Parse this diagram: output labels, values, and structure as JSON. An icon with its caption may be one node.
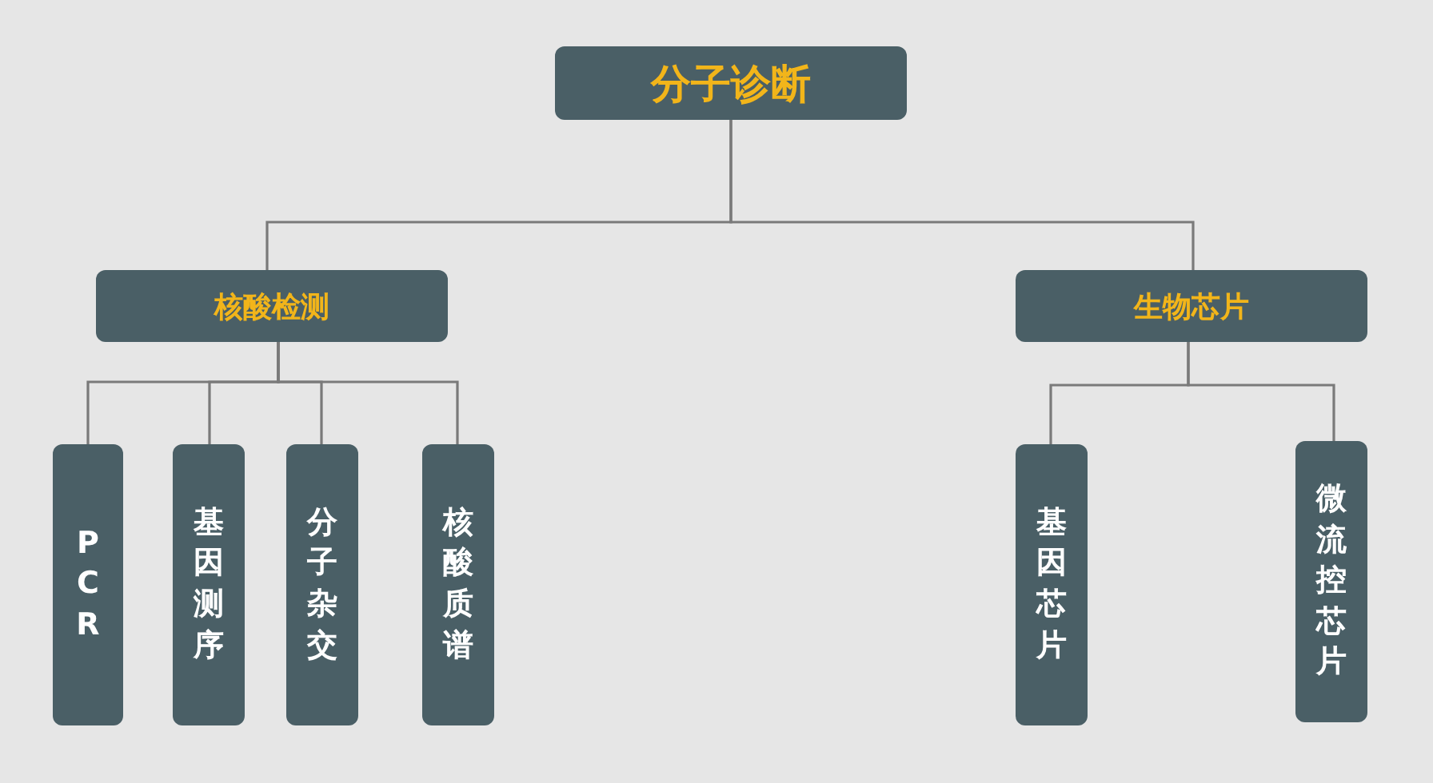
{
  "diagram": {
    "nodes": [
      {
        "text": [
          "分子诊断"
        ]
      },
      {
        "text": [
          "核酸检测"
        ]
      },
      {
        "text": [
          "生物芯片"
        ]
      },
      {
        "text": [
          "PCR"
        ]
      },
      {
        "text": [
          "基因测序"
        ]
      },
      {
        "text": [
          "分子杂交"
        ]
      },
      {
        "text": [
          "核酸质谱"
        ]
      },
      {
        "text": [
          "基因芯片"
        ]
      },
      {
        "text": [
          "微流控芯片"
        ]
      }
    ],
    "edges": [
      {
        "from": 0,
        "to": 1,
        "arrow": "none"
      },
      {
        "from": 0,
        "to": 2,
        "arrow": "none"
      },
      {
        "from": 1,
        "to": 3,
        "arrow": "none"
      },
      {
        "from": 1,
        "to": 4,
        "arrow": "none"
      },
      {
        "from": 1,
        "to": 5,
        "arrow": "none"
      },
      {
        "from": 1,
        "to": 6,
        "arrow": "none"
      },
      {
        "from": 2,
        "to": 7,
        "arrow": "none"
      },
      {
        "from": 2,
        "to": 8,
        "arrow": "none"
      }
    ]
  }
}
